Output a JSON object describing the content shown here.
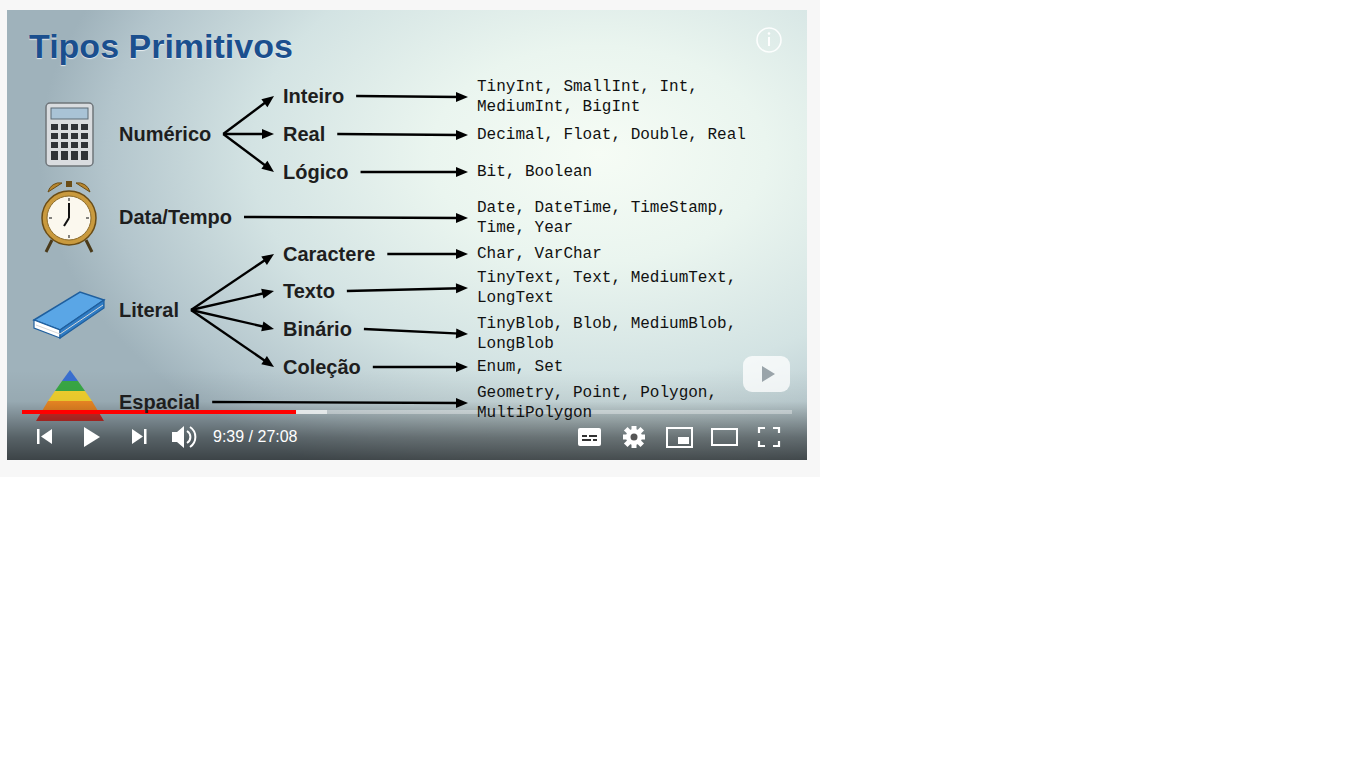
{
  "diagram": {
    "title": "Tipos Primitivos",
    "nodes": [
      {
        "text": [
          "Numérico"
        ]
      },
      {
        "text": [
          "Inteiro"
        ]
      },
      {
        "text": [
          "TinyInt, SmallInt, Int, MediumInt, BigInt"
        ]
      },
      {
        "text": [
          "Real"
        ]
      },
      {
        "text": [
          "Decimal, Float, Double, Real"
        ]
      },
      {
        "text": [
          "Lógico"
        ]
      },
      {
        "text": [
          "Bit, Boolean"
        ]
      },
      {
        "text": [
          "Data/Tempo"
        ]
      },
      {
        "text": [
          "Date, DateTime, TimeStamp, Time, Year"
        ]
      },
      {
        "text": [
          "Literal"
        ]
      },
      {
        "text": [
          "Caractere"
        ]
      },
      {
        "text": [
          "Char, VarChar"
        ]
      },
      {
        "text": [
          "Texto"
        ]
      },
      {
        "text": [
          "TinyText, Text, MediumText, LongText"
        ]
      },
      {
        "text": [
          "Binário"
        ]
      },
      {
        "text": [
          "TinyBlob, Blob, MediumBlob, LongBlob"
        ]
      },
      {
        "text": [
          "Coleção"
        ]
      },
      {
        "text": [
          "Enum, Set"
        ]
      },
      {
        "text": [
          "Espacial"
        ]
      },
      {
        "text": [
          "Geometry, Point, Polygon, MultiPolygon"
        ]
      }
    ],
    "edges": [
      {
        "from": 0,
        "to": 1,
        "arrow": "to"
      },
      {
        "from": 0,
        "to": 3,
        "arrow": "to"
      },
      {
        "from": 0,
        "to": 5,
        "arrow": "to"
      },
      {
        "from": 1,
        "to": 2,
        "arrow": "to"
      },
      {
        "from": 3,
        "to": 4,
        "arrow": "to"
      },
      {
        "from": 5,
        "to": 6,
        "arrow": "to"
      },
      {
        "from": 7,
        "to": 8,
        "arrow": "to"
      },
      {
        "from": 9,
        "to": 10,
        "arrow": "to"
      },
      {
        "from": 9,
        "to": 12,
        "arrow": "to"
      },
      {
        "from": 9,
        "to": 14,
        "arrow": "to"
      },
      {
        "from": 9,
        "to": 16,
        "arrow": "to"
      },
      {
        "from": 10,
        "to": 11,
        "arrow": "to"
      },
      {
        "from": 12,
        "to": 13,
        "arrow": "to"
      },
      {
        "from": 14,
        "to": 15,
        "arrow": "to"
      },
      {
        "from": 16,
        "to": 17,
        "arrow": "to"
      },
      {
        "from": 18,
        "to": 19,
        "arrow": "to"
      }
    ],
    "labels": [
      "9:39 / 27:08"
    ]
  }
}
